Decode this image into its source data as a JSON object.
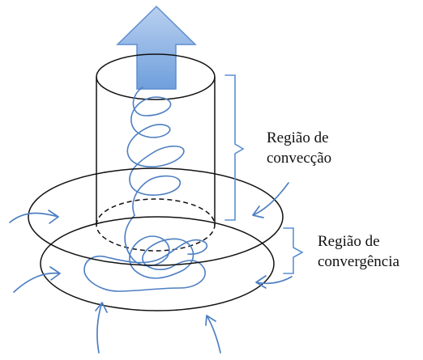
{
  "labels": {
    "convection_region": [
      "Região de",
      "convecção"
    ],
    "convergence_region": [
      "Região de",
      "convergência"
    ]
  },
  "colors": {
    "outline": "#111111",
    "flow_lines": "#4d7fc2",
    "brackets": "#5b8fd3",
    "arrow_fill": "#8eb5ea",
    "arrow_stroke": "#5f8ed0"
  }
}
